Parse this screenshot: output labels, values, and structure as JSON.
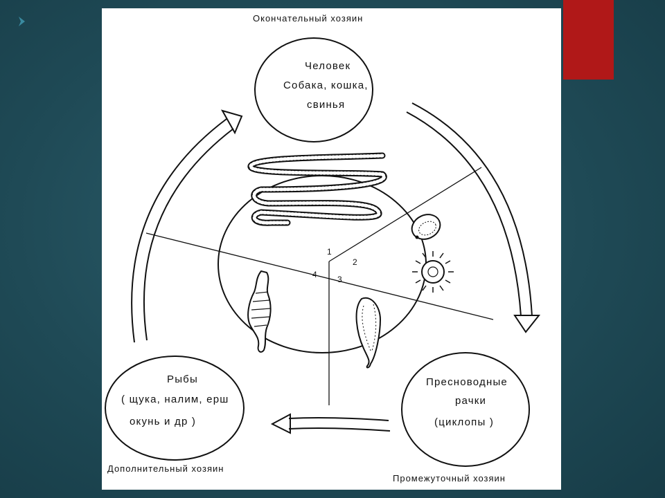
{
  "slide": {
    "background_color": "#1f4a56",
    "accent_color": "#b01818",
    "next_icon": "chevron-right-icon"
  },
  "diagram": {
    "definitive_host": {
      "caption": "Окончательный хозяин",
      "lines": [
        "Человек",
        "Собака, кошка,",
        "свинья"
      ]
    },
    "intermediate_host": {
      "caption": "Промежуточный хозяин",
      "lines": [
        "Пресноводные",
        "рачки",
        "(циклопы )"
      ]
    },
    "additional_host": {
      "caption": "Дополнительный хозяин",
      "lines": [
        "Рыбы",
        "( щука, налим, ерш",
        "окунь и др )"
      ]
    },
    "sectors": [
      "1",
      "2",
      "3",
      "4"
    ],
    "stages": [
      {
        "sector": "1",
        "illustration": "tapeworm-adult-icon"
      },
      {
        "sector": "2",
        "illustration": "egg-icon"
      },
      {
        "sector": "2",
        "illustration": "coracidium-icon"
      },
      {
        "sector": "3",
        "illustration": "procercoid-icon"
      },
      {
        "sector": "4",
        "illustration": "plerocercoid-icon"
      }
    ],
    "cycle_arrows": [
      "arrow-to-intermediate-icon",
      "arrow-to-additional-icon",
      "arrow-to-definitive-icon"
    ]
  }
}
